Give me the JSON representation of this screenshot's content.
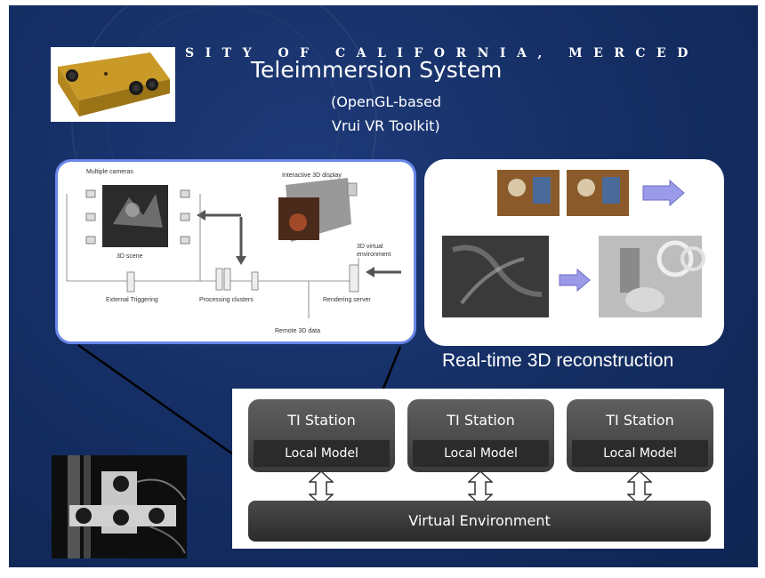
{
  "header": {
    "university": "SITY OF CALIFORNIA, MERCED",
    "title": "Teleimmersion System",
    "subtitle_line1": "(OpenGL-based",
    "subtitle_line2": "Vrui VR Toolkit)"
  },
  "diagram": {
    "multiple_cameras": "Multiple cameras",
    "interactive_display": "Interactive 3D display",
    "scene": "3D scene",
    "virtual_env": "3D virtual",
    "virtual_env2": "environment",
    "external_triggering": "External Triggering",
    "processing_clusters": "Processing clusters",
    "rendering_server": "Rendering server",
    "remote_data": "Remote 3D data"
  },
  "reconstruction": {
    "caption": "Real-time 3D reconstruction"
  },
  "ti": {
    "stations": [
      {
        "title": "TI Station",
        "model": "Local Model"
      },
      {
        "title": "TI Station",
        "model": "Local Model"
      },
      {
        "title": "TI Station",
        "model": "Local Model"
      }
    ],
    "virtual_environment": "Virtual Environment"
  },
  "colors": {
    "background": "#142d62",
    "panel_border": "#6a86e8",
    "arrow": "#9a9ae8",
    "station": "#4a4a4a"
  }
}
